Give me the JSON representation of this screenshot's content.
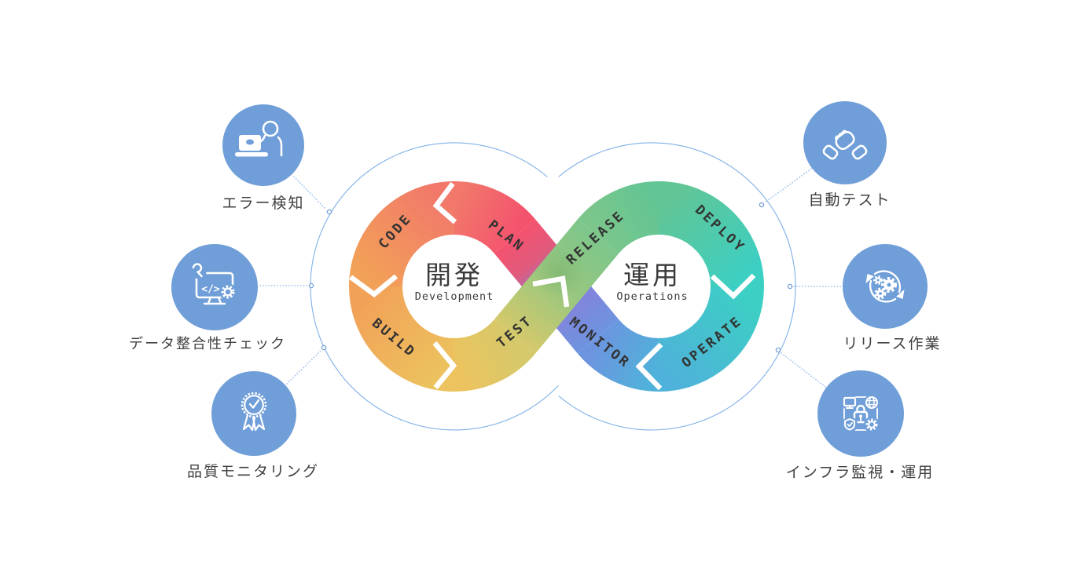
{
  "loop": {
    "dev": {
      "title": "開発",
      "subtitle": "Development"
    },
    "ops": {
      "title": "運用",
      "subtitle": "Operations"
    }
  },
  "stages": {
    "plan": "PLAN",
    "code": "CODE",
    "build": "BUILD",
    "test": "TEST",
    "release": "RELEASE",
    "deploy": "DEPLOY",
    "operate": "OPERATE",
    "monitor": "MONITOR"
  },
  "callouts": {
    "left": [
      {
        "label": "エラー検知",
        "icon": "person-at-laptop-icon"
      },
      {
        "label": "データ整合性チェック",
        "icon": "code-monitor-gear-icon"
      },
      {
        "label": "品質モニタリング",
        "icon": "award-ribbon-check-icon"
      }
    ],
    "right": [
      {
        "label": "自動テスト",
        "icon": "handshake-icon"
      },
      {
        "label": "リリース作業",
        "icon": "gears-refresh-icon"
      },
      {
        "label": "インフラ監視・運用",
        "icon": "infrastructure-security-icon"
      }
    ]
  },
  "icon_glyph_text": {
    "code_tag": "</>"
  },
  "colors": {
    "callout_circle": "#6f9ed8",
    "outline_stroke": "#7fb0e8",
    "connector_dots": "#9cc0ec",
    "text_dark": "#3a3a3a",
    "ribbon_gradient": [
      "#f4536e",
      "#f1786a",
      "#f2a158",
      "#ecc35e",
      "#d5c96b",
      "#9bc77e",
      "#7cc68b",
      "#62c594",
      "#3ccfc3",
      "#4fb2da",
      "#6d94df",
      "#8f7ad8"
    ]
  }
}
